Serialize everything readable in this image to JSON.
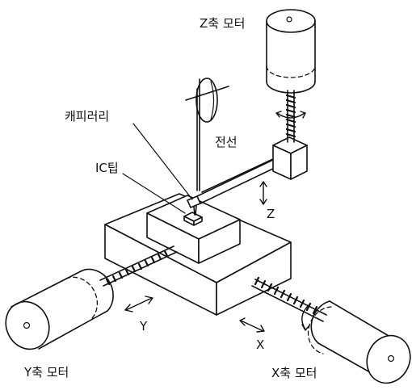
{
  "labels": {
    "z_motor": "Z축 모터",
    "wire": "전선",
    "capillary": "캐피러리",
    "ic_chip": "IC팁",
    "z_axis": "Z",
    "y_axis": "Y",
    "x_axis": "X",
    "y_motor": "Y축 모터",
    "x_motor": "X축 모터"
  }
}
